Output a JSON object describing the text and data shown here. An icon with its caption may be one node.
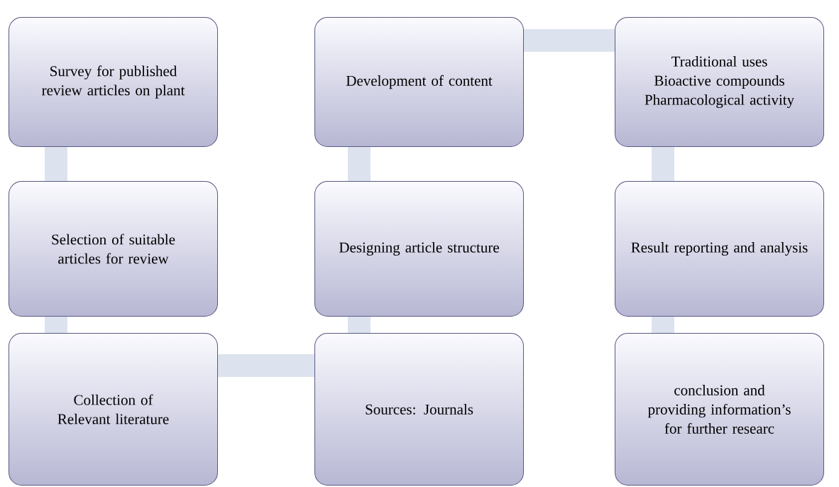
{
  "diagram": {
    "nodes": [
      {
        "text": [
          "Survey for published review articles on plant"
        ]
      },
      {
        "text": [
          "Selection of suitable articles for review"
        ]
      },
      {
        "text": [
          "Collection of Relevant literature"
        ]
      },
      {
        "text": [
          "Sources: Journals"
        ]
      },
      {
        "text": [
          "Designing article structure"
        ]
      },
      {
        "text": [
          "Development of content"
        ]
      },
      {
        "text": [
          "Traditional uses",
          "Bioactive compounds",
          "Pharmacological activity"
        ]
      },
      {
        "text": [
          "Result reporting and analysis"
        ]
      },
      {
        "text": [
          "conclusion and providing information’s for further researc"
        ]
      }
    ],
    "edges": [
      {
        "from": 0,
        "to": 1,
        "arrow": "none"
      },
      {
        "from": 1,
        "to": 2,
        "arrow": "none"
      },
      {
        "from": 2,
        "to": 3,
        "arrow": "none"
      },
      {
        "from": 3,
        "to": 4,
        "arrow": "none"
      },
      {
        "from": 4,
        "to": 5,
        "arrow": "none"
      },
      {
        "from": 5,
        "to": 6,
        "arrow": "none"
      },
      {
        "from": 6,
        "to": 7,
        "arrow": "none"
      },
      {
        "from": 7,
        "to": 8,
        "arrow": "none"
      }
    ]
  }
}
